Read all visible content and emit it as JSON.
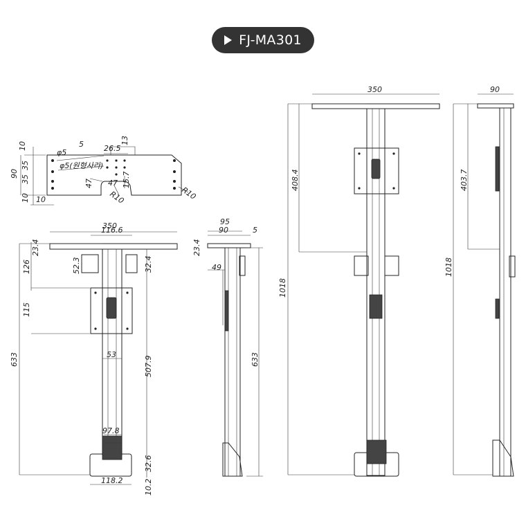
{
  "title": {
    "label": "FJ-MA301"
  },
  "top_plate_dims": {
    "d10a": "10",
    "d90": "90",
    "d35a": "35",
    "d35b": "35",
    "d10b": "10",
    "d10c": "10",
    "phi5": "φ5",
    "phi5_note": "φ5(원형사라)",
    "d5": "5",
    "d26_5": "26.5",
    "d13": "13",
    "d47a": "47",
    "d47b": "47",
    "d15_7": "15.7",
    "r10a": "R10",
    "r10b": "R10"
  },
  "front_small_dims": {
    "d350": "350",
    "d116_6": "116.6",
    "d23_4": "23.4",
    "d126": "126",
    "d52_3": "52.3",
    "d32_4": "32.4",
    "d115": "115",
    "d633": "633",
    "d53": "53",
    "d507_9": "507.9",
    "d97_8": "97.8",
    "d32_6": "32.6",
    "d118_2": "118.2",
    "d10_2": "10.2"
  },
  "side_small_dims": {
    "d95": "95",
    "d90": "90",
    "d5": "5",
    "d23_4": "23.4",
    "d49": "49",
    "d633": "633"
  },
  "front_large_dims": {
    "d350": "350",
    "d408_4": "408.4",
    "d1018": "1018"
  },
  "side_large_dims": {
    "d90": "90",
    "d403_7": "403.7",
    "d1018": "1018"
  }
}
